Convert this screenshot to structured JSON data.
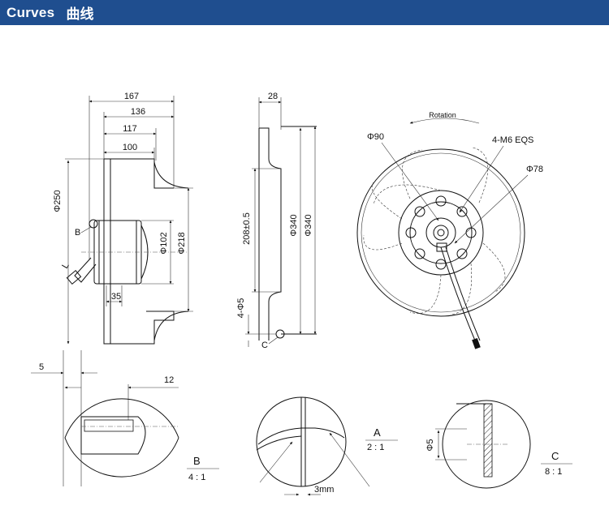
{
  "header": {
    "title_en": "Curves",
    "title_cn": "曲线",
    "background_color": "#1f4e8f"
  },
  "side_view": {
    "dims_top": [
      "167",
      "136",
      "117",
      "100"
    ],
    "dia_outer": "Φ250",
    "dia_motor": "Φ102",
    "dia_inlet": "Φ218",
    "dim_35": "35",
    "label_b": "B",
    "label_l": "L"
  },
  "profile_view": {
    "dim_28": "28",
    "dim_208": "208±0.5",
    "dim_340a": "Φ340",
    "dim_340b": "Φ340",
    "dim_4phi5": "4-Φ5",
    "label_c": "C"
  },
  "front_view": {
    "rotation": "Rotation",
    "phi90": "Φ90",
    "m6": "4-M6 EQS",
    "phi78": "Φ78"
  },
  "detail_b": {
    "dim_5": "5",
    "dim_12": "12",
    "name": "B",
    "scale": "4 : 1"
  },
  "detail_a": {
    "dim_3mm": "3mm",
    "name": "A",
    "scale": "2 : 1"
  },
  "detail_c": {
    "dim_phi5": "Φ5",
    "name": "C",
    "scale": "8 : 1"
  }
}
